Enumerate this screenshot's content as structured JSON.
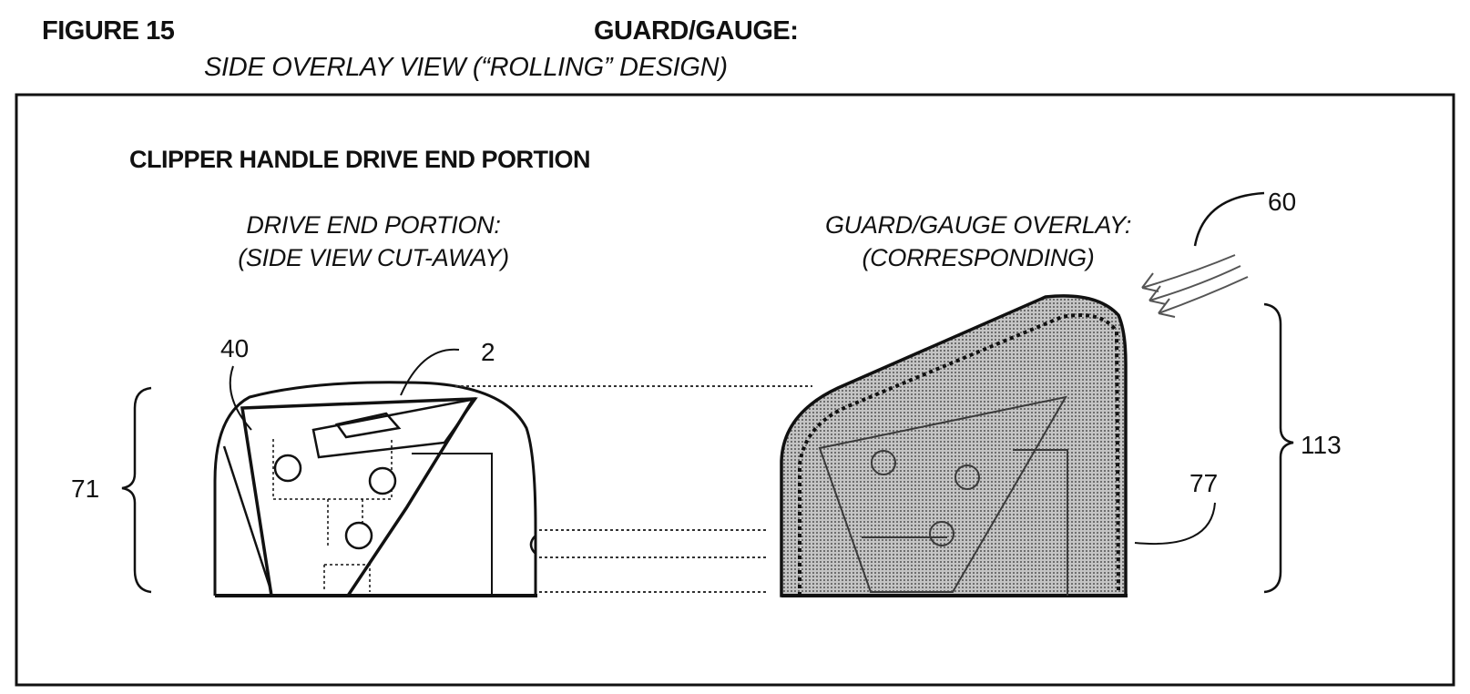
{
  "figure": {
    "label": "FIGURE 15",
    "title": "GUARD/GAUGE:",
    "subtitle": "SIDE OVERLAY VIEW (“ROLLING” DESIGN)"
  },
  "panel": {
    "heading": "CLIPPER HANDLE DRIVE END PORTION",
    "left_view": {
      "caption_line1": "DRIVE END PORTION:",
      "caption_line2": "(SIDE VIEW CUT-AWAY)"
    },
    "right_view": {
      "caption_line1": "GUARD/GAUGE OVERLAY:",
      "caption_line2": "(CORRESPONDING)"
    }
  },
  "reference_numerals": {
    "arrow": "60",
    "drive_assembly": "40",
    "blade": "2",
    "drive_end_height": "71",
    "guard_height": "113",
    "guard_wall": "77"
  },
  "colors": {
    "ink": "#111111",
    "shading": "#9a9a9a"
  }
}
